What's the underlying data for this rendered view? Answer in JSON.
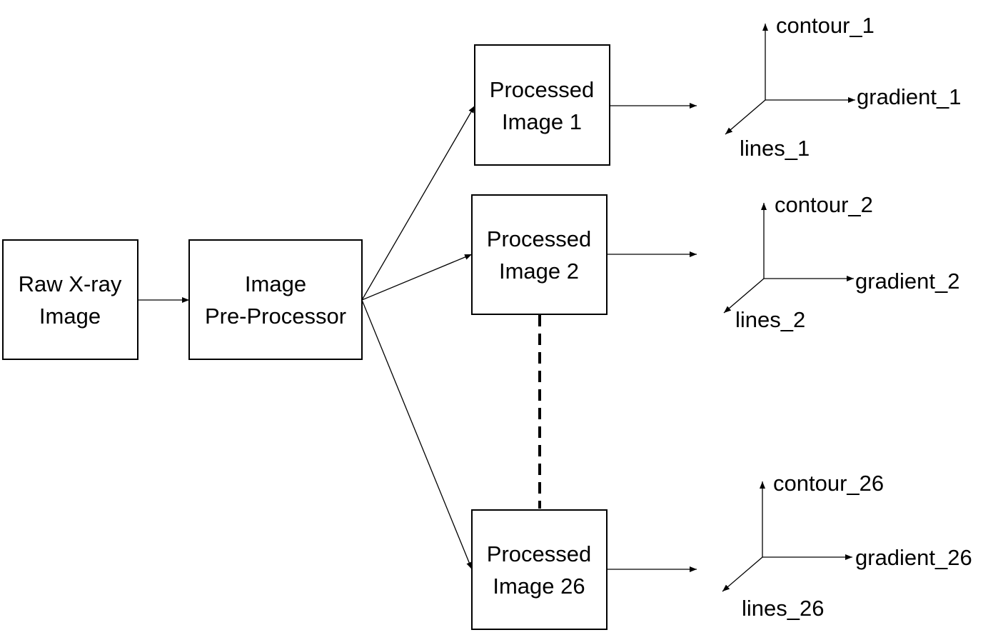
{
  "nodes": {
    "raw": {
      "line1": "Raw X-ray",
      "line2": "Image"
    },
    "preprocessor": {
      "line1": "Image",
      "line2": "Pre-Processor"
    },
    "processed_1": {
      "line1": "Processed",
      "line2": "Image 1"
    },
    "processed_2": {
      "line1": "Processed",
      "line2": "Image 2"
    },
    "processed_26": {
      "line1": "Processed",
      "line2": "Image 26"
    }
  },
  "feature_axes": {
    "set_1": {
      "contour": "contour_1",
      "gradient": "gradient_1",
      "lines": "lines_1"
    },
    "set_2": {
      "contour": "contour_2",
      "gradient": "gradient_2",
      "lines": "lines_2"
    },
    "set_26": {
      "contour": "contour_26",
      "gradient": "gradient_26",
      "lines": "lines_26"
    }
  },
  "colors": {
    "stroke": "#000000",
    "background": "#ffffff"
  }
}
